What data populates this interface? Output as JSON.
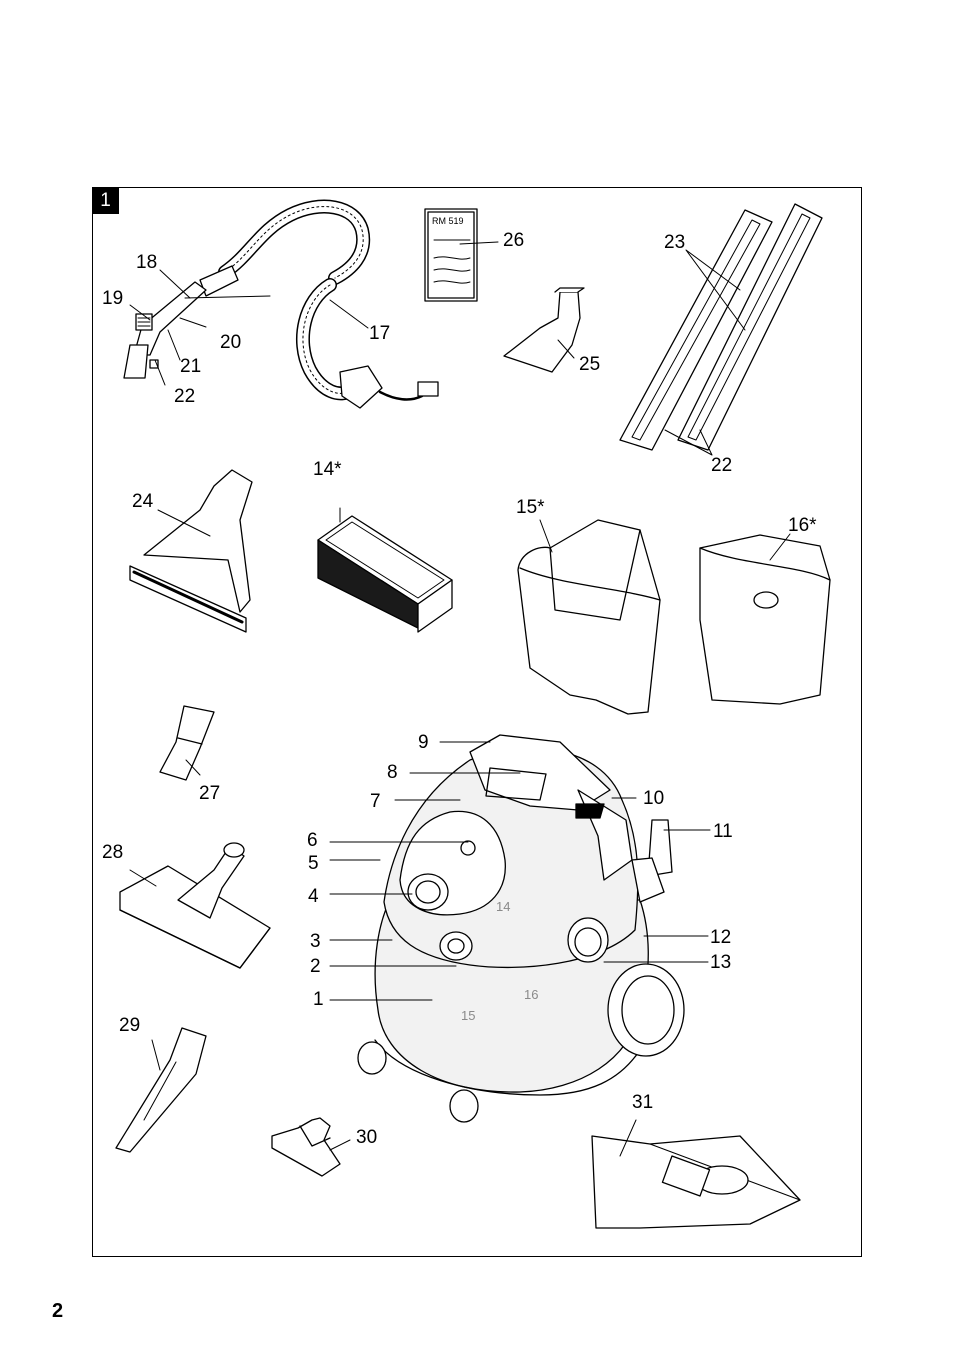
{
  "figure": {
    "number": "1"
  },
  "page_number": "2",
  "bag_label": "RM 519",
  "callouts": [
    "1",
    "2",
    "3",
    "4",
    "5",
    "6",
    "7",
    "8",
    "9",
    "10",
    "11",
    "12",
    "13",
    "14*",
    "15*",
    "16*",
    "17",
    "18",
    "19",
    "20",
    "21",
    "22",
    "23",
    "24",
    "25",
    "26",
    "27",
    "28",
    "29",
    "30",
    "31"
  ],
  "body_marks": {
    "m14": "14",
    "m15": "15",
    "m16": "16"
  },
  "colors": {
    "line": "#000000",
    "body_fill": "#f2f2f2",
    "filter_media": "#1a1a1a"
  }
}
